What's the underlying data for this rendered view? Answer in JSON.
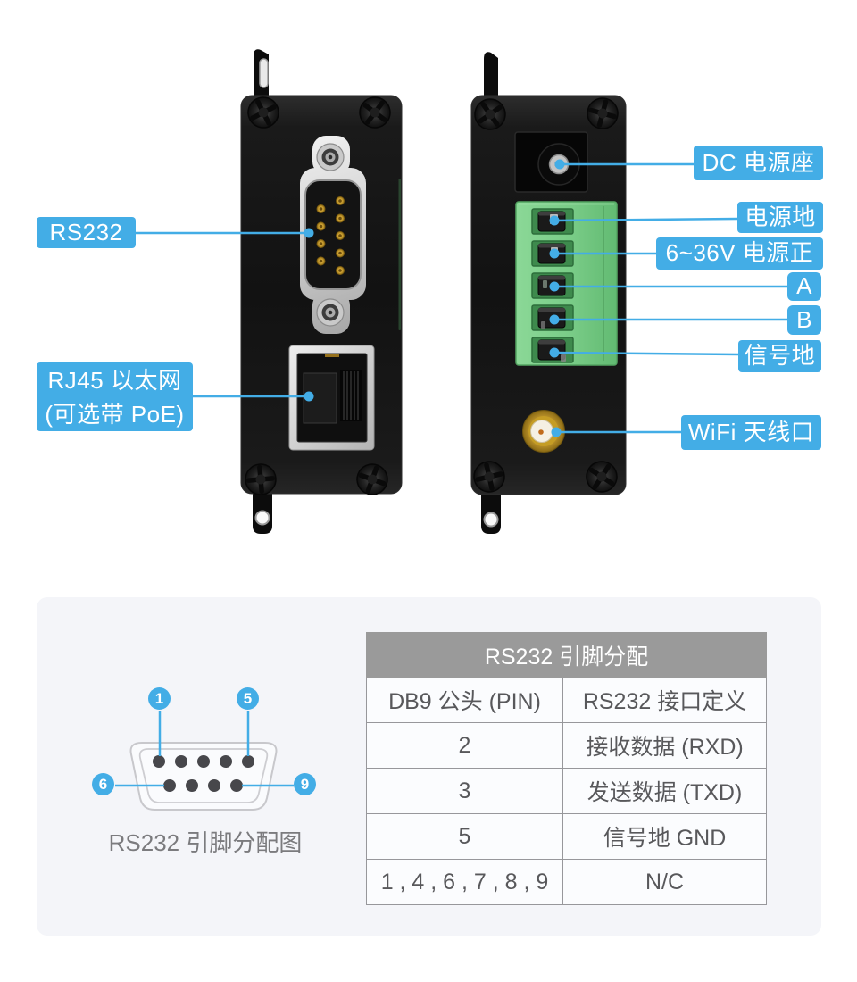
{
  "colors": {
    "accent_blue": "#43ade6",
    "terminal_green": "#79cc87",
    "table_header_gray": "#9a9a9a",
    "card_background": "#f4f5f9",
    "panel_black": "#141414"
  },
  "callouts": {
    "rs232": "RS232",
    "rj45_line1": "RJ45 以太网",
    "rj45_line2": "(可选带 PoE)",
    "dc_power": "DC 电源座",
    "power_ground": "电源地",
    "power_positive": "6~36V 电源正",
    "a": "A",
    "b": "B",
    "signal_ground": "信号地",
    "wifi_antenna": "WiFi 天线口"
  },
  "pin_diagram": {
    "caption": "RS232 引脚分配图",
    "pins": [
      "1",
      "5",
      "6",
      "9"
    ]
  },
  "pin_table": {
    "title": "RS232 引脚分配",
    "header": {
      "col1": "DB9 公头 (PIN)",
      "col2": "RS232 接口定义"
    },
    "rows": [
      {
        "col1": "2",
        "col2": "接收数据 (RXD)"
      },
      {
        "col1": "3",
        "col2": "发送数据 (TXD)"
      },
      {
        "col1": "5",
        "col2": "信号地 GND"
      },
      {
        "col1": "1 , 4 , 6 , 7 , 8 , 9",
        "col2": "N/C"
      }
    ]
  }
}
